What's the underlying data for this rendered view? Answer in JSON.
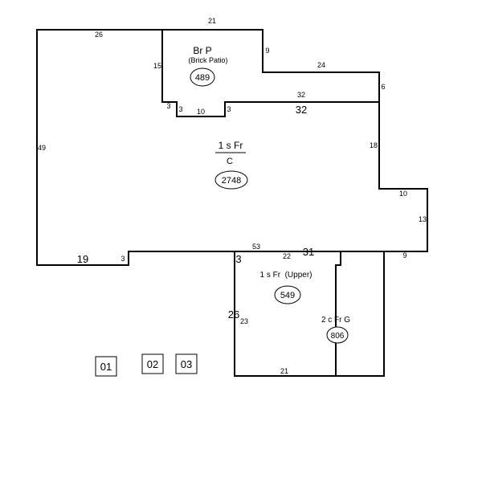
{
  "dimensions": {
    "top_garage_roof": "21",
    "main_top_left": "26",
    "patio_left": "15",
    "patio_right": "9",
    "upper_right_top": "24",
    "right_step_small": "6",
    "patio_base_left": "3",
    "patio_base_inner": "3",
    "patio_base_bottom": "10",
    "patio_base_right": "3",
    "interior_32_small": "32",
    "interior_32_large": "32",
    "main_left": "49",
    "right_side_18": "18",
    "right_step_10": "10",
    "right_side_13": "13",
    "bottom_left_19": "19",
    "bottom_left_step_3": "3",
    "upper_section_53": "53",
    "upper_section_22": "22",
    "upper_section_31": "31",
    "right_bottom_9": "9",
    "upper_left_3": "3",
    "upper_left_26": "26",
    "upper_left_23": "23",
    "upper_bottom_21": "21"
  },
  "areas": {
    "patio": {
      "name": "Br P",
      "desc": "(Brick Patio)",
      "sqft": "489"
    },
    "main": {
      "name": "1 s Fr",
      "sub": "C",
      "sqft": "2748"
    },
    "upper": {
      "name": "1 s Fr  (Upper)",
      "sqft": "549"
    },
    "garage": {
      "name": "2 c Fr G",
      "sqft": "806"
    }
  },
  "boxes": [
    "01",
    "02",
    "03"
  ]
}
